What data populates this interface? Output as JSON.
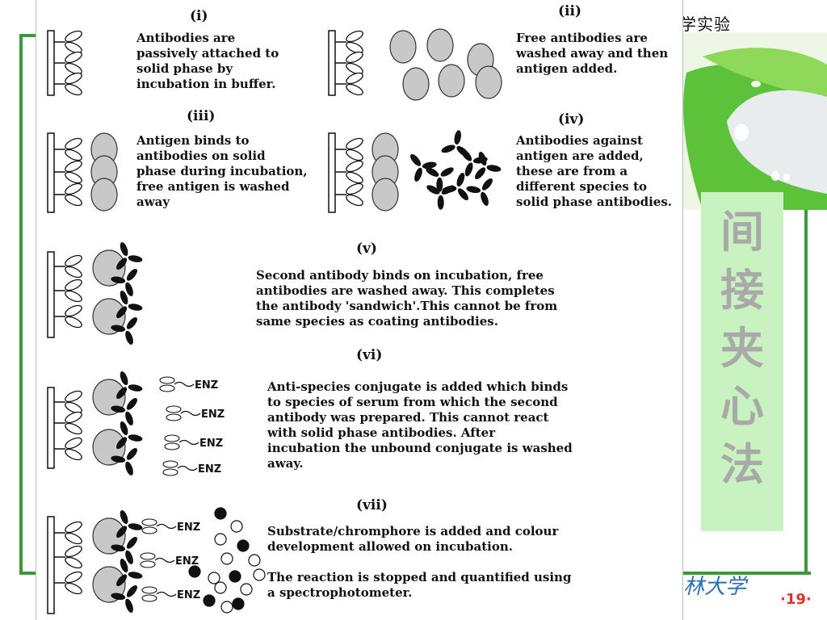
{
  "header": {
    "title": "学实验"
  },
  "side_panel": {
    "chars": [
      "间",
      "接",
      "夹",
      "心",
      "法"
    ]
  },
  "footer": {
    "logo_text": "林大学",
    "page_number": "·19·"
  },
  "steps": [
    {
      "num": "(i)",
      "text": "Antibodies are\npassively attached to\nsolid phase by\nincubation in buffer."
    },
    {
      "num": "(ii)",
      "text": "Free antibodies are\nwashed away and then\nantigen added."
    },
    {
      "num": "(iii)",
      "text": "Antigen binds to\nantibodies on solid\nphase during incubation,\nfree antigen is washed\naway"
    },
    {
      "num": "(iv)",
      "text": "Antibodies against\nantigen are added,\nthese are from a\ndifferent species to\nsolid phase antibodies."
    },
    {
      "num": "(v)",
      "text": "Second antibody binds on incubation, free\nantibodies are washed away. This completes\nthe antibody 'sandwich'.This cannot be from\nsame species as coating antibodies."
    },
    {
      "num": "(vi)",
      "text": "Anti-species conjugate is added which binds\nto species of serum from  which the  second\nantibody was prepared. This cannot react\nwith solid phase antibodies. After\nincubation the unbound conjugate is washed\naway."
    },
    {
      "num": "(vii)",
      "text": "Substrate/chromphore is added and colour\ndevelopment allowed on incubation.\n\nThe reaction is stopped and quantified using\na spectrophotometer."
    }
  ],
  "enzyme_label": "ENZ"
}
